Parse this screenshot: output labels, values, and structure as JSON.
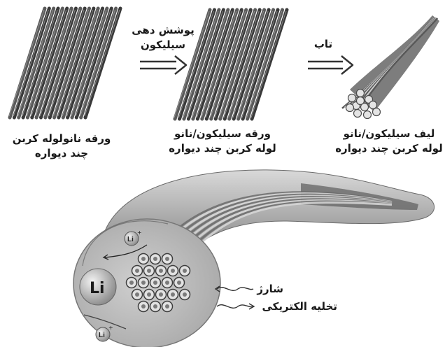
{
  "labels": {
    "sheet1_line1": "ورقه نانولوله کربن",
    "sheet1_line2": "چند دیواره",
    "arrow1_line1": "پوشش دهی",
    "arrow1_line2": "سیلیکون",
    "sheet2_line1": "ورقه سیلیکون/نانو",
    "sheet2_line2": "لوله کربن چند دیواره",
    "arrow2": "تاب",
    "fiber_line1": "لیف سیلیکون/نانو",
    "fiber_line2": "لوله کربن چند دیواره",
    "li_big": "Li",
    "li_ion_top": "Li",
    "li_ion_bottom": "Li",
    "charge": "شارژ",
    "discharge": "تخلیه الکتریکی"
  },
  "colors": {
    "tube_dark": "#3c3c3c",
    "tube_light": "#9a9a9a",
    "sheath": "#8c8c8c",
    "cross_section": "#b8b8b8",
    "text": "#1a1a1a"
  },
  "icons": [
    "right-arrow-icon",
    "wave-arrow-icon",
    "lithium-ion-icon"
  ]
}
